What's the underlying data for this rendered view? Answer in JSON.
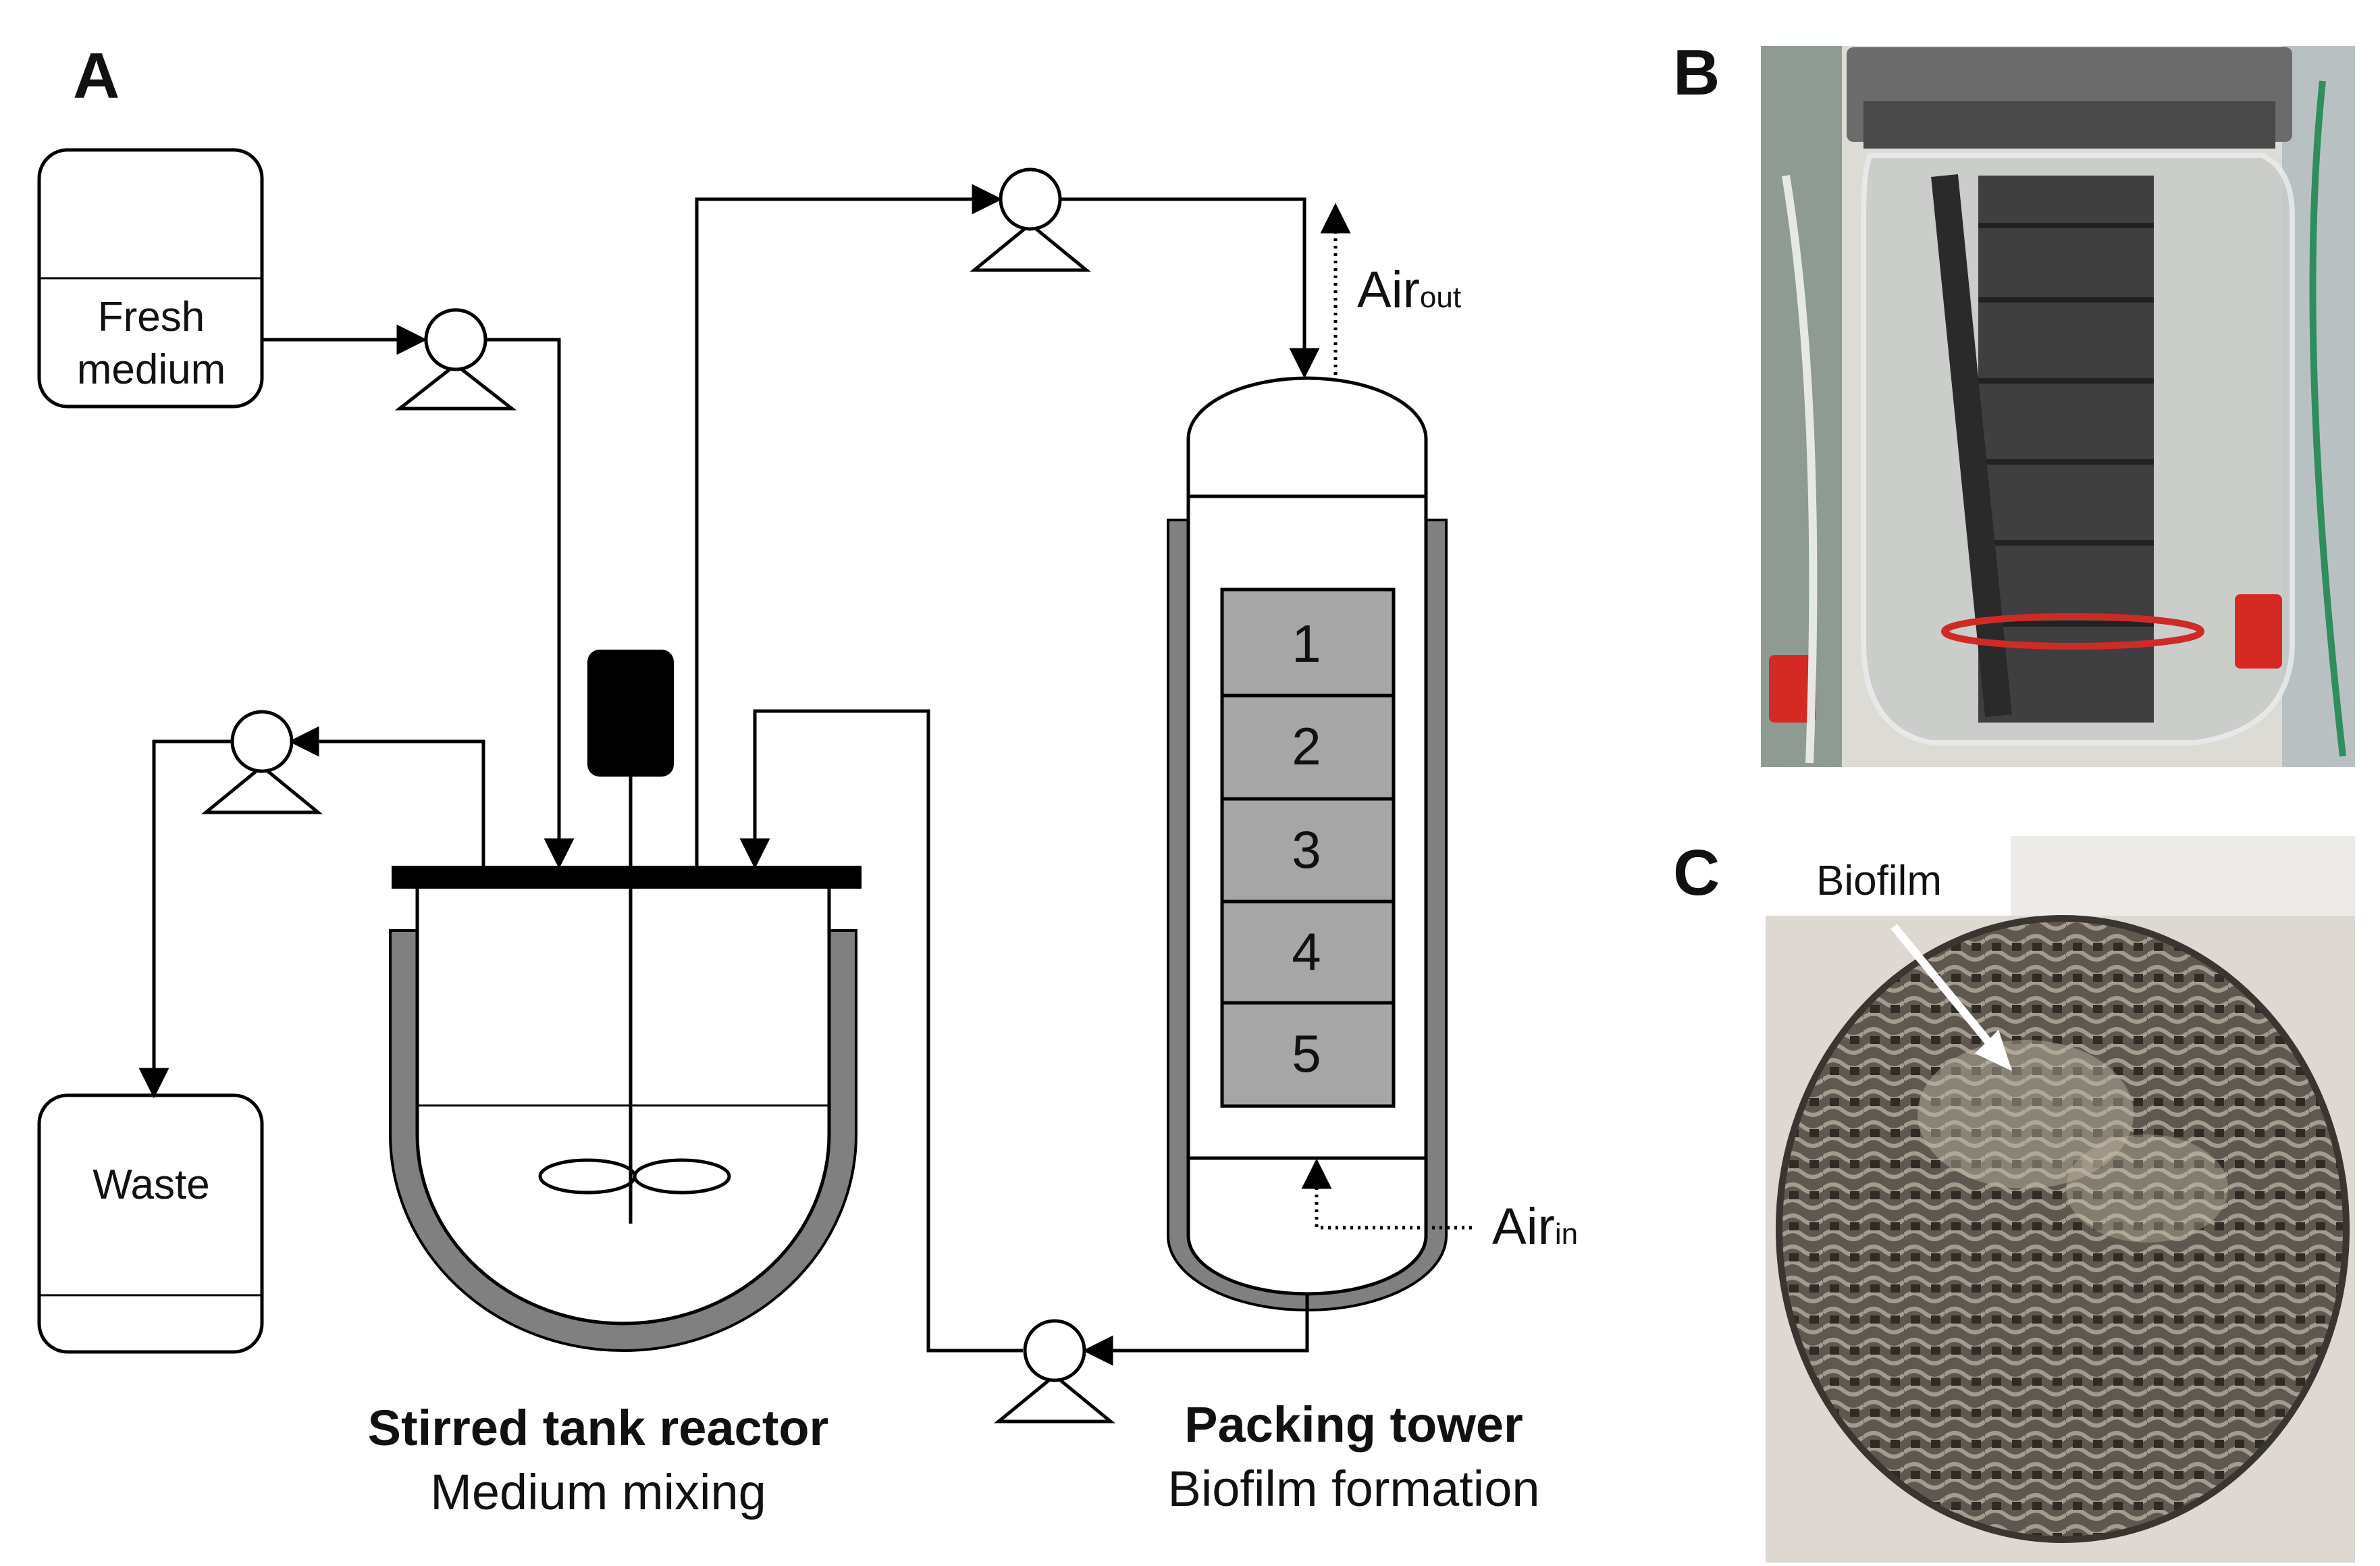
{
  "panels": {
    "a": "A",
    "b": "B",
    "c": "C"
  },
  "vessels": {
    "fresh_l1": "Fresh",
    "fresh_l2": "medium",
    "waste": "Waste"
  },
  "air": {
    "out_main": "Air",
    "out_sub": "out",
    "in_main": "Air",
    "in_sub": "in"
  },
  "tower_sections": [
    "1",
    "2",
    "3",
    "4",
    "5"
  ],
  "captions": {
    "str_title": "Stirred tank reactor",
    "str_sub": "Medium mixing",
    "pt_title": "Packing tower",
    "pt_sub": "Biofilm formation"
  },
  "photo_c_label": "Biofilm",
  "colors": {
    "jacket": "#808080",
    "packing": "#a6a6a6",
    "ink": "#000000"
  }
}
